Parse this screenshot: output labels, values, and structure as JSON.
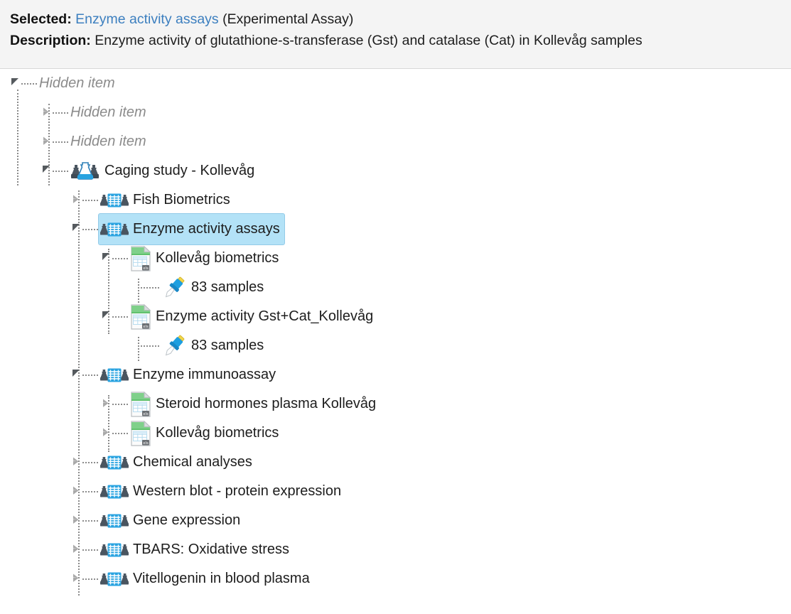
{
  "header": {
    "selected_label": "Selected:",
    "selected_name": "Enzyme activity assays",
    "selected_type": "(Experimental Assay)",
    "description_label": "Description:",
    "description_text": "Enzyme activity of glutathione-s-transferase (Gst) and catalase (Cat) in Kollevåg samples",
    "link_color": "#3c7fbf",
    "background": "#f4f4f4"
  },
  "tree": {
    "selected_highlight_color": "#b3e2f7",
    "selected_border_color": "#93cbe8",
    "nodes": [
      {
        "label": "Hidden item",
        "icon": "none-icon",
        "state": "expanded",
        "hidden": true
      },
      {
        "label": "Hidden item",
        "icon": "none-icon",
        "state": "collapsed",
        "hidden": true
      },
      {
        "label": "Hidden item",
        "icon": "none-icon",
        "state": "collapsed",
        "hidden": true
      },
      {
        "label": "Caging study - Kollevåg",
        "icon": "flask-group-icon",
        "state": "expanded"
      },
      {
        "label": "Fish Biometrics",
        "icon": "assay-grid-icon",
        "state": "collapsed"
      },
      {
        "label": "Enzyme activity assays",
        "icon": "assay-grid-icon",
        "state": "expanded",
        "selected": true
      },
      {
        "label": "Kollevåg biometrics",
        "icon": "xls-file-icon",
        "state": "expanded"
      },
      {
        "label": "83 samples",
        "icon": "pipette-icon",
        "state": "none"
      },
      {
        "label": "Enzyme activity Gst+Cat_Kollevåg",
        "icon": "xls-file-icon",
        "state": "expanded"
      },
      {
        "label": "83 samples",
        "icon": "pipette-icon",
        "state": "none"
      },
      {
        "label": "Enzyme immunoassay",
        "icon": "assay-grid-icon",
        "state": "expanded"
      },
      {
        "label": "Steroid hormones plasma Kollevåg",
        "icon": "xls-file-icon",
        "state": "collapsed"
      },
      {
        "label": "Kollevåg biometrics",
        "icon": "xls-file-icon",
        "state": "collapsed"
      },
      {
        "label": "Chemical analyses",
        "icon": "assay-grid-icon",
        "state": "collapsed"
      },
      {
        "label": "Western blot - protein expression",
        "icon": "assay-grid-icon",
        "state": "collapsed"
      },
      {
        "label": "Gene expression",
        "icon": "assay-grid-icon",
        "state": "collapsed"
      },
      {
        "label": "TBARS: Oxidative stress",
        "icon": "assay-grid-icon",
        "state": "collapsed"
      },
      {
        "label": "Vitellogenin in blood plasma",
        "icon": "assay-grid-icon",
        "state": "collapsed"
      }
    ]
  }
}
